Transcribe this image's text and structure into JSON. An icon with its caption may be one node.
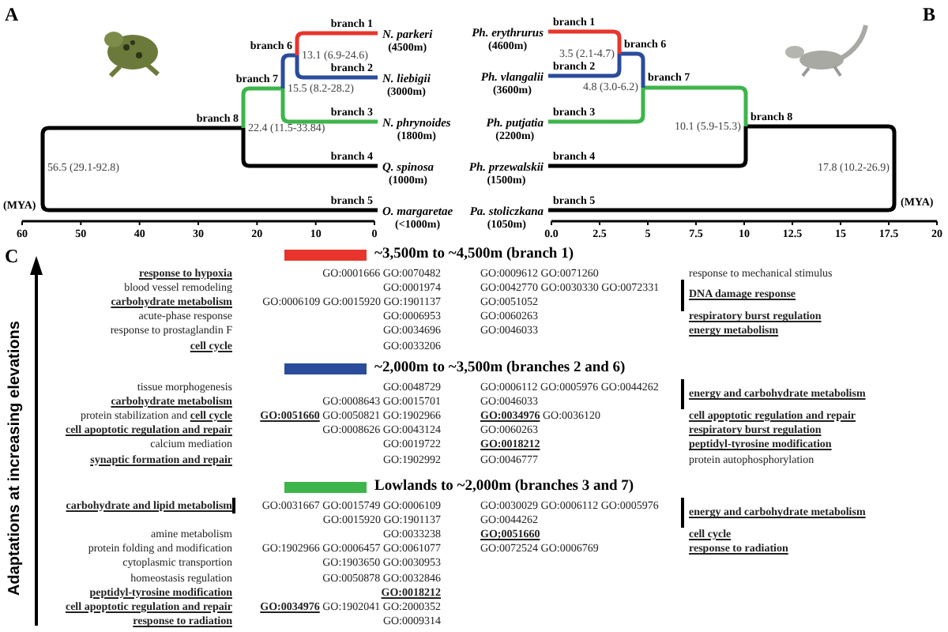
{
  "diagram": {
    "nodes": [
      {
        "text": [
          "56.5 (29.1-92.8)"
        ]
      },
      {
        "text": [
          "22.4 (11.5-33.84)"
        ]
      },
      {
        "text": [
          "15.5 (8.2-28.2)"
        ]
      },
      {
        "text": [
          "13.1 (6.9-24.6)"
        ]
      },
      {
        "text": [
          "N. parkeri",
          "(4500m)"
        ]
      },
      {
        "text": [
          "N. liebigii",
          "(3000m)"
        ]
      },
      {
        "text": [
          "N. phrynoides",
          "(1800m)"
        ]
      },
      {
        "text": [
          "Q. spinosa",
          "(1000m)"
        ]
      },
      {
        "text": [
          "O. margaretae",
          "(<1000m)"
        ]
      },
      {
        "text": [
          "Ph. erythrurus",
          "(4600m)"
        ]
      },
      {
        "text": [
          "Ph. vlangalii",
          "(3600m)"
        ]
      },
      {
        "text": [
          "Ph. putjatia",
          "(2200m)"
        ]
      },
      {
        "text": [
          "Ph. przewalskii",
          "(1500m)"
        ]
      },
      {
        "text": [
          "Pa. stoliczkana",
          "(1050m)"
        ]
      },
      {
        "text": [
          "3.5 (2.1-4.7)"
        ]
      },
      {
        "text": [
          "4.8 (3.0-6.2)"
        ]
      },
      {
        "text": [
          "10.1 (5.9-15.3)"
        ]
      },
      {
        "text": [
          "17.8 (10.2-26.9)"
        ]
      }
    ],
    "edges": [
      {
        "from": 0,
        "to": 1,
        "arrow": "none",
        "label": "branch 8"
      },
      {
        "from": 0,
        "to": 8,
        "arrow": "none",
        "label": "branch 5"
      },
      {
        "from": 1,
        "to": 2,
        "arrow": "none",
        "label": "branch 7",
        "color": "#3db54a"
      },
      {
        "from": 1,
        "to": 7,
        "arrow": "none",
        "label": "branch 4"
      },
      {
        "from": 2,
        "to": 3,
        "arrow": "none",
        "label": "branch 6",
        "color": "#2b4c9b"
      },
      {
        "from": 2,
        "to": 6,
        "arrow": "none",
        "label": "branch 3",
        "color": "#3db54a"
      },
      {
        "from": 3,
        "to": 4,
        "arrow": "none",
        "label": "branch 1",
        "color": "#e8352b"
      },
      {
        "from": 3,
        "to": 5,
        "arrow": "none",
        "label": "branch 2",
        "color": "#2b4c9b"
      },
      {
        "from": 17,
        "to": 16,
        "arrow": "none",
        "label": "branch 8"
      },
      {
        "from": 17,
        "to": 13,
        "arrow": "none",
        "label": "branch 5"
      },
      {
        "from": 16,
        "to": 15,
        "arrow": "none",
        "label": "branch 7",
        "color": "#3db54a"
      },
      {
        "from": 16,
        "to": 12,
        "arrow": "none",
        "label": "branch 4"
      },
      {
        "from": 15,
        "to": 14,
        "arrow": "none",
        "label": "branch 6",
        "color": "#2b4c9b"
      },
      {
        "from": 15,
        "to": 11,
        "arrow": "none",
        "label": "branch 3",
        "color": "#3db54a"
      },
      {
        "from": 14,
        "to": 9,
        "arrow": "none",
        "label": "branch 1",
        "color": "#e8352b"
      },
      {
        "from": 14,
        "to": 10,
        "arrow": "none",
        "label": "branch 2",
        "color": "#2b4c9b"
      }
    ],
    "labels": [
      "A",
      "B",
      "(MYA)",
      "60",
      "50",
      "40",
      "30",
      "20",
      "10",
      "0",
      "0.0",
      "2.5",
      "5",
      "7.5",
      "10",
      "12.5",
      "15",
      "17.5",
      "20",
      "(MYA)",
      "C",
      "Adaptations at increasing elevations",
      "response to hypoxia",
      "GO:0001666 GO:0070482",
      "GO:0009612 GO:0071260",
      "response to mechanical stimulus",
      "blood vessel remodeling",
      "GO:0001974",
      "GO:0042770 GO:0030330 GO:0072331",
      "DNA damage response",
      "carbohydrate metabolism",
      "GO:0006109 GO:0015920 GO:1901137",
      "GO:0051052",
      "acute-phase response",
      "GO:0006953",
      "GO:0060263",
      "respiratory burst regulation",
      "response to prostaglandin F",
      "GO:0034696",
      "GO:0046033",
      "energy metabolism",
      "cell cycle",
      "GO:0033206",
      "tissue morphogenesis",
      "GO:0048729",
      "GO:0006112 GO:0005976 GO:0044262",
      "energy and carbohydrate metabolism",
      "carbohydrate metabolism",
      "GO:0008643 GO:0015701",
      "GO:0046033",
      "protein stabilization and **cell cycle**",
      "**GO:0051660** GO:0050821 GO:1902966",
      "**GO:0034976** GO:0036120",
      "cell apoptotic regulation and repair",
      "cell apoptotic regulation and repair",
      "GO:0008626 GO:0043124",
      "GO:0060263",
      "respiratory burst regulation",
      "calcium mediation",
      "GO:0019722",
      "GO:0018212",
      "peptidyl-tyrosine modification",
      "synaptic formation and repair",
      "GO:1902992",
      "GO:0046777",
      "protein autophosphorylation",
      "carbohydrate and lipid metabolism",
      "GO:0031667 GO:0015749 GO:0006109",
      "GO:0030029 GO:0006112 GO:0005976",
      "energy and carbohydrate metabolism",
      "GO:0015920 GO:1901137",
      "GO:0044262",
      "amine metabolism",
      "GO:0033238",
      "GO;0051660",
      "cell cycle",
      "protein folding and modification",
      "GO:1902966 GO:0006457 GO:0061077",
      "GO:0072524 GO:0006769",
      "response to radiation",
      "cytoplasmic transportion",
      "GO:1903650 GO:0030953",
      "homeostasis regulation",
      "GO:0050878 GO:0032846",
      "peptidyl-tyrosine modification",
      "GO:0018212",
      "cell apoptotic regulation and repair",
      "**GO:0034976** GO:1902041 GO:2000352",
      "response to radiation",
      "GO:0009314"
    ],
    "legend": [
      {
        "text": "~3,500m to ~4,500m (branch 1)",
        "color": "#e8352b"
      },
      {
        "text": "~2,000m to ~3,500m (branches 2 and 6)",
        "color": "#2b4c9b"
      },
      {
        "text": "Lowlands to ~2,000m (branches 3 and 7)",
        "color": "#3db54a"
      }
    ]
  }
}
